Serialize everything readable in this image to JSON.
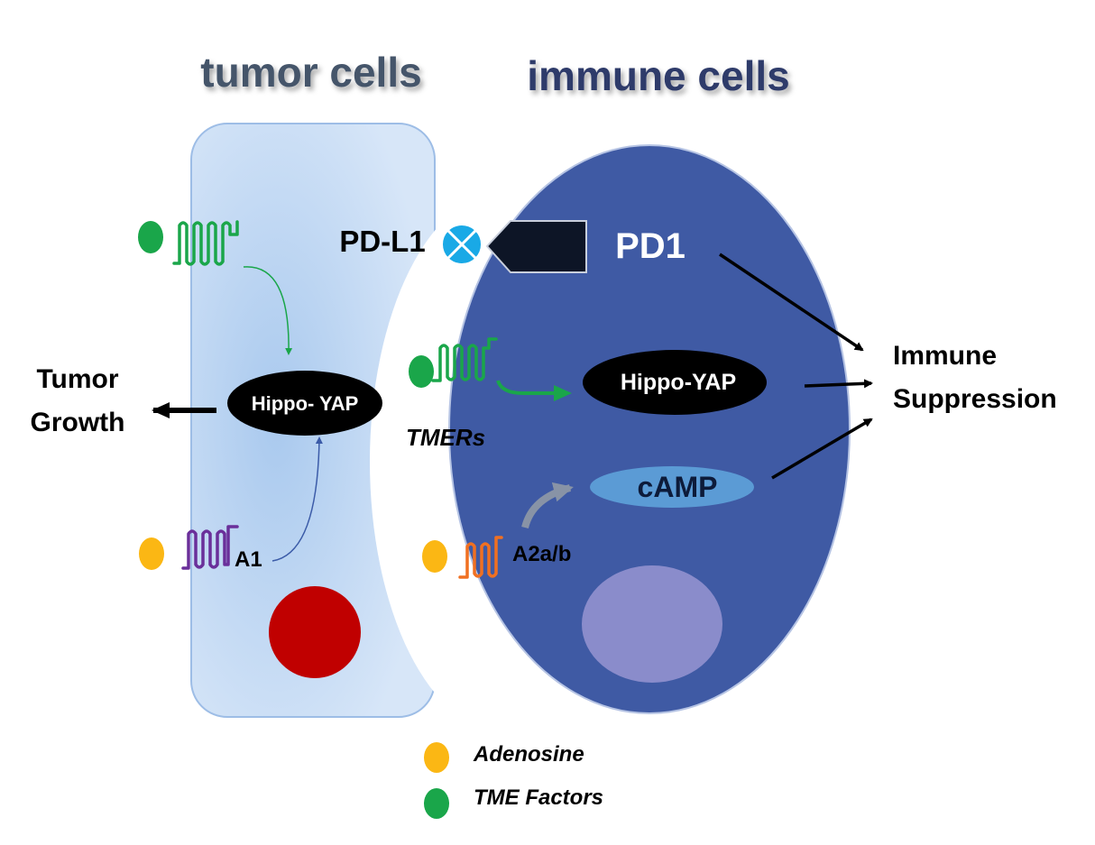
{
  "titles": {
    "tumor": "tumor cells",
    "immune": "immune cells"
  },
  "labels": {
    "pdl1": "PD-L1",
    "pd1": "PD1",
    "hippo_tumor": "Hippo- YAP",
    "hippo_immune": "Hippo-YAP",
    "tumor_growth_line1": "Tumor",
    "tumor_growth_line2": "Growth",
    "immune_suppression_line1": "Immune",
    "immune_suppression_line2": "Suppression",
    "tmers": "TMERs",
    "camp": "cAMP",
    "a1": "A1",
    "a2ab": "A2a/b"
  },
  "legend": {
    "adenosine": "Adenosine",
    "tme_factors": "TME Factors"
  },
  "colors": {
    "tumor_cell": "#c9dcf3",
    "immune_cell": "#3f5aa4",
    "adenosine": "#fbb714",
    "tme_factor": "#1aa64a",
    "nucleus_tumor": "#c00000",
    "nucleus_immune": "#8a8ccb",
    "pdl1": "#19a9e6",
    "camp": "#5b9bd5",
    "receptor_green": "#1aa64a",
    "receptor_purple": "#6a2f9a",
    "receptor_orange": "#f07021"
  },
  "icons": {
    "pdl1": "crossed-circle-icon",
    "receptor": "seven-transmembrane-receptor-icon"
  }
}
